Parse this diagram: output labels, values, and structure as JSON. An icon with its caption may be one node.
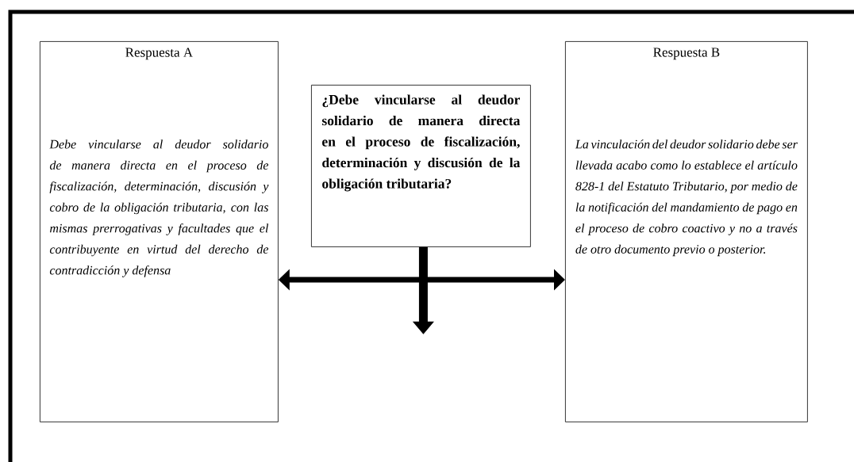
{
  "diagram": {
    "nodes": [
      {
        "text": [
          "Respuesta A",
          "Debe vincularse al deudor solidario de manera directa en el proceso de fiscalización, determinación, discusión y cobro de la obligación tributaria, con las mismas prerrogativas y facultades que el contribuyente en virtud del derecho de contradicción y defensa"
        ]
      },
      {
        "text": [
          "¿Debe vincularse al deudor solidario de manera directa en el proceso de fiscalización, determinación y discusión de la obligación tributaria?"
        ]
      },
      {
        "text": [
          "Respuesta B",
          "La vinculación del deudor solidario debe ser llevada acabo como lo establece el artículo 828-1 del Estatuto Tributario, por medio de la notificación del mandamiento de pago en el proceso de cobro coactivo y no a través de otro documento previo o posterior."
        ]
      }
    ],
    "edges": [
      {
        "from": 0,
        "to": 2,
        "arrow": "both"
      },
      {
        "from": 1,
        "to": null,
        "arrow": "to"
      }
    ]
  }
}
